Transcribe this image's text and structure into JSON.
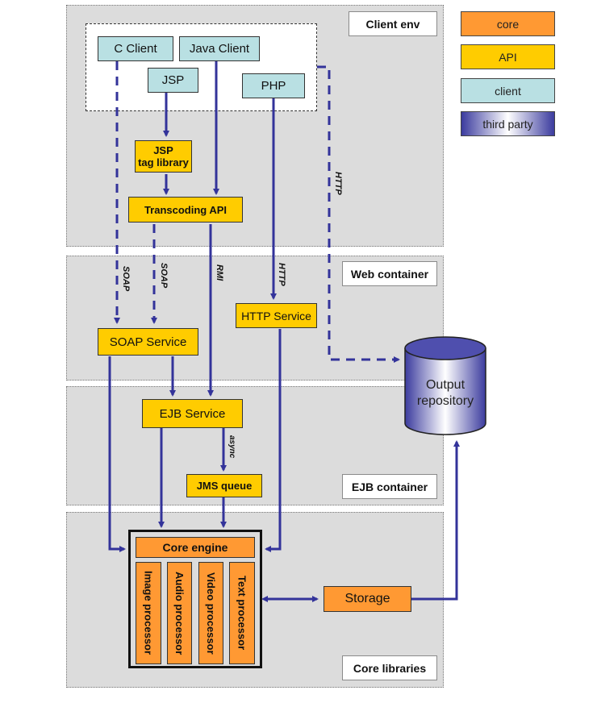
{
  "legend": [
    {
      "label": "core",
      "color": "#ff9933"
    },
    {
      "label": "API",
      "color": "#ffcc00"
    },
    {
      "label": "client",
      "color": "#b9e0e3"
    },
    {
      "label": "third party",
      "color": "#3b3b9e"
    }
  ],
  "layers": {
    "client_env": "Client env",
    "web_container": "Web container",
    "ejb_container": "EJB container",
    "core_libraries": "Core libraries"
  },
  "clients": {
    "c_client": "C Client",
    "java_client": "Java Client",
    "jsp": "JSP",
    "php": "PHP"
  },
  "api": {
    "jsp_tag_library_line1": "JSP",
    "jsp_tag_library_line2": "tag library",
    "transcoding_api": "Transcoding API",
    "soap_service": "SOAP Service",
    "http_service": "HTTP Service",
    "ejb_service": "EJB Service",
    "jms_queue": "JMS queue"
  },
  "core": {
    "core_engine": "Core engine",
    "processors": [
      "Image processor",
      "Audio processor",
      "Video processor",
      "Text processor"
    ],
    "storage": "Storage"
  },
  "third_party": {
    "output_repository_line1": "Output",
    "output_repository_line2": "repository"
  },
  "edge_labels": {
    "soap_c_client": "SOAP",
    "soap_transcoding": "SOAP",
    "rmi": "RMI",
    "http_php": "HTTP",
    "http_repository": "HTTP",
    "async": "async"
  },
  "colors": {
    "arrow": "#33339a",
    "layer_bg": "#dcdcdc"
  }
}
